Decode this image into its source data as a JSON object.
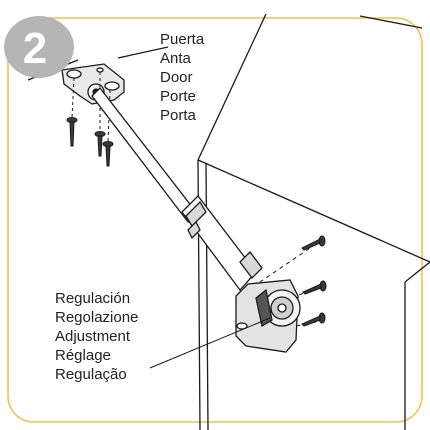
{
  "step": {
    "number": "2"
  },
  "door_labels": [
    "Puerta",
    "Anta",
    "Door",
    "Porte",
    "Porta"
  ],
  "adjustment_labels": [
    "Regulación",
    "Regolazione",
    "Adjustment",
    "Réglage",
    "Regulação"
  ],
  "colors": {
    "frame": "#f2c14e",
    "badge": "#b5b5b5",
    "line": "#1a1a1a",
    "text": "#222222"
  },
  "icons": [
    "screw-icon"
  ]
}
